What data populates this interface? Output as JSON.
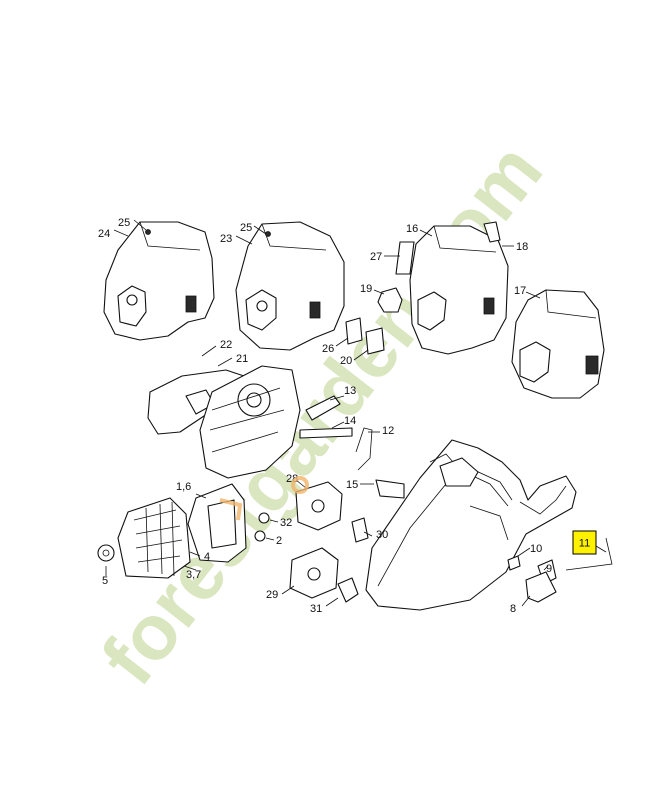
{
  "watermark": {
    "text": "forestgarden.com",
    "color_green": "#c9dba7",
    "color_tan": "#dcd4be",
    "color_orange": "#f0b46a"
  },
  "highlight": {
    "label": "11",
    "color": "#fff200"
  },
  "callouts": {
    "c1_6": "1,6",
    "c2": "2",
    "c3_7": "3,7",
    "c4": "4",
    "c5": "5",
    "c8": "8",
    "c9": "9",
    "c10": "10",
    "c12": "12",
    "c13": "13",
    "c14": "14",
    "c15": "15",
    "c16": "16",
    "c17": "17",
    "c18": "18",
    "c19": "19",
    "c20": "20",
    "c21": "21",
    "c22": "22",
    "c23": "23",
    "c24": "24",
    "c25a": "25",
    "c25b": "25",
    "c26": "26",
    "c27": "27",
    "c28": "28",
    "c29": "29",
    "c30": "30",
    "c31": "31",
    "c32": "32"
  }
}
